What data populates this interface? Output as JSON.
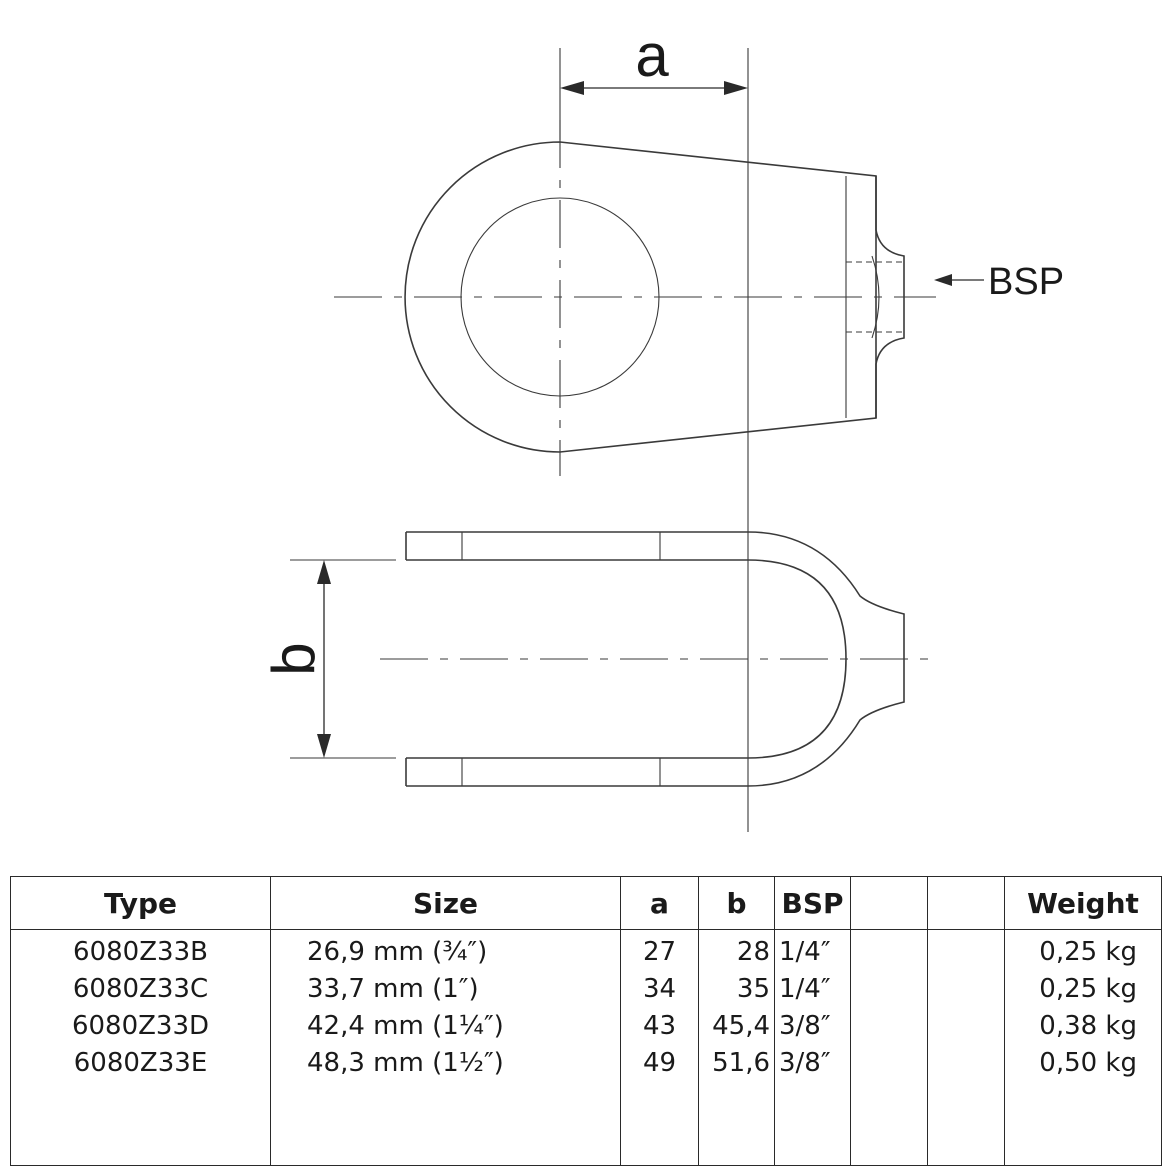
{
  "drawing": {
    "dim_a_label": "a",
    "dim_b_label": "b",
    "bsp_label": "BSP"
  },
  "table": {
    "headers": [
      "Type",
      "Size",
      "a",
      "b",
      "BSP",
      "",
      "",
      "Weight"
    ],
    "rows": [
      {
        "type": "6080Z33B",
        "size": "26,9 mm (¾″)",
        "a": "27",
        "b": "28",
        "bsp": "1/4″",
        "weight": "0,25 kg"
      },
      {
        "type": "6080Z33C",
        "size": "33,7 mm (1″)",
        "a": "34",
        "b": "35",
        "bsp": "1/4″",
        "weight": "0,25 kg"
      },
      {
        "type": "6080Z33D",
        "size": "42,4 mm (1¼″)",
        "a": "43",
        "b": "45,4",
        "bsp": "3/8″",
        "weight": "0,38 kg"
      },
      {
        "type": "6080Z33E",
        "size": "48,3 mm (1½″)",
        "a": "49",
        "b": "51,6",
        "bsp": "3/8″",
        "weight": "0,50 kg"
      }
    ]
  }
}
